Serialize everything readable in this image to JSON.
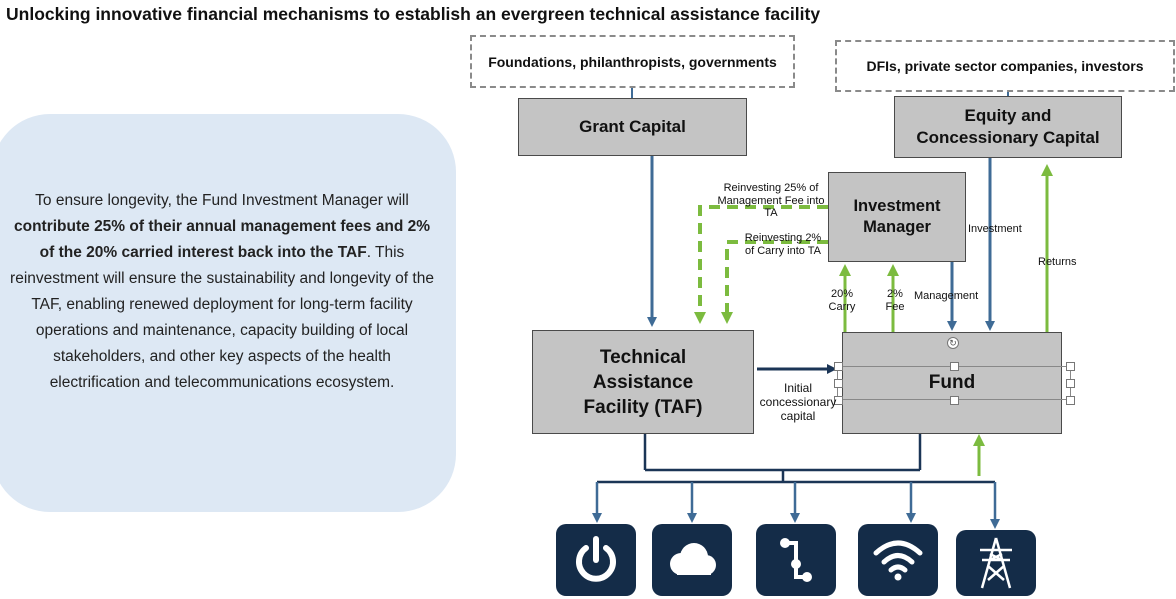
{
  "title": "Unlocking innovative financial mechanisms to establish an evergreen technical assistance facility",
  "callout": {
    "text_1": "To ensure longevity, the Fund Investment Manager will ",
    "bold_1": "contribute 25% of their annual management fees and 2% of the 20% carried interest back into the TAF",
    "text_2": ". This reinvestment will ensure the sustainability and longevity of the TAF, enabling renewed deployment for long-term facility operations and maintenance, capacity building of local stakeholders, and other key aspects of the health electrification and telecommunications ecosystem."
  },
  "diagram": {
    "sources": {
      "left": "Foundations, philanthropists, governments",
      "right": "DFIs, private sector companies, investors"
    },
    "nodes": {
      "grant_capital": "Grant Capital",
      "equity_capital": "Equity and Concessionary Capital",
      "investment_manager": "Investment Manager",
      "taf": "Technical Assistance Facility (TAF)",
      "fund": "Fund"
    },
    "edge_labels": {
      "reinvest_mgmt": "Reinvesting 25% of Management Fee into TA",
      "reinvest_carry": "Reinvesting 2% of Carry into TA",
      "carry": "20% Carry",
      "fee": "2% Fee",
      "management": "Management",
      "investment": "Investment",
      "returns": "Returns",
      "initial": "Initial concessionary capital"
    },
    "icons": [
      "power-icon",
      "cloud-icon",
      "network-icon",
      "wifi-icon",
      "transmission-tower-icon"
    ]
  },
  "colors": {
    "navy": "#1b3556",
    "steel_blue": "#3f6b96",
    "green": "#7cbb3f",
    "box_gray": "#c4c4c4",
    "callout_bg": "#dde8f4",
    "tile_bg": "#142c48"
  }
}
